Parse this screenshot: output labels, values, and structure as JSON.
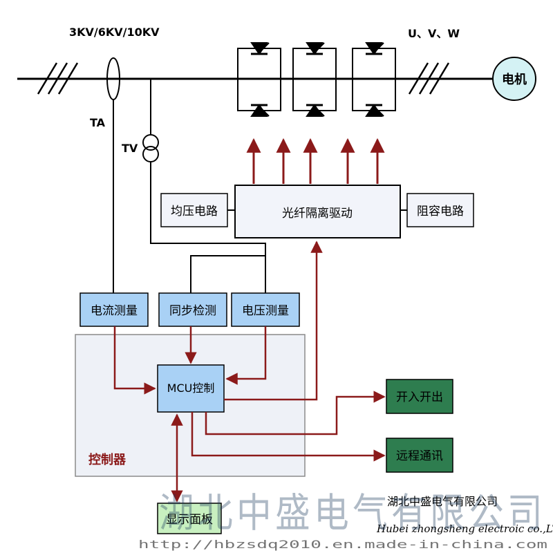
{
  "labels": {
    "voltage": "3KV/6KV/10KV",
    "phases": "U、V、W",
    "ta": "TA",
    "tv": "TV",
    "motor": "电机"
  },
  "blocks": {
    "fiber_driver": "光纤隔离驱动",
    "voltage_equalizer": "均压电路",
    "rc_snubber": "阻容电路",
    "current_measure": "电流测量",
    "sync_detect": "同步检测",
    "voltage_measure": "电压测量",
    "mcu": "MCU控制",
    "controller": "控制器",
    "io": "开入开出",
    "remote_comm": "远程通讯",
    "display_panel": "显示面板"
  },
  "company": {
    "name_cn": "湖北中盛电气有限公司",
    "name_en": "Hubei zhongsheng electroic co.,LTD."
  },
  "watermark": {
    "text": "湖北中盛电气有限公司",
    "url": "http://hbzsdq2010.en.made-in-china.com"
  },
  "colors": {
    "bus": "#000000",
    "arrow": "#8b1a1a",
    "block_fill": "#f2f4fa",
    "measure_fill": "#a9d1f5",
    "green_fill": "#2e7d4f",
    "panel_fill": "#c8f0c0",
    "controller_fill": "#eef1f7",
    "motor_fill": "#d4f2f4"
  }
}
